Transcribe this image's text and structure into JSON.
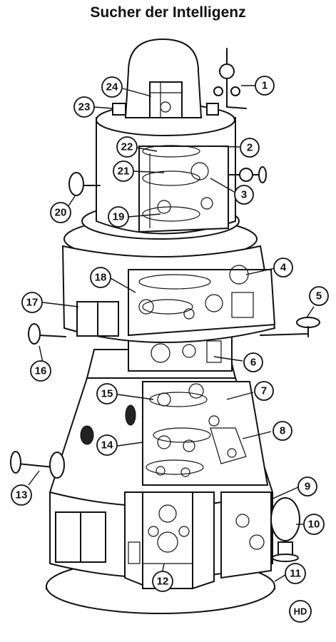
{
  "title": "Sucher der Intelligenz",
  "callouts": [
    "1",
    "2",
    "3",
    "4",
    "5",
    "6",
    "7",
    "8",
    "9",
    "10",
    "11",
    "12",
    "13",
    "14",
    "15",
    "16",
    "17",
    "18",
    "19",
    "20",
    "21",
    "22",
    "23",
    "24"
  ],
  "monogram": "HD"
}
